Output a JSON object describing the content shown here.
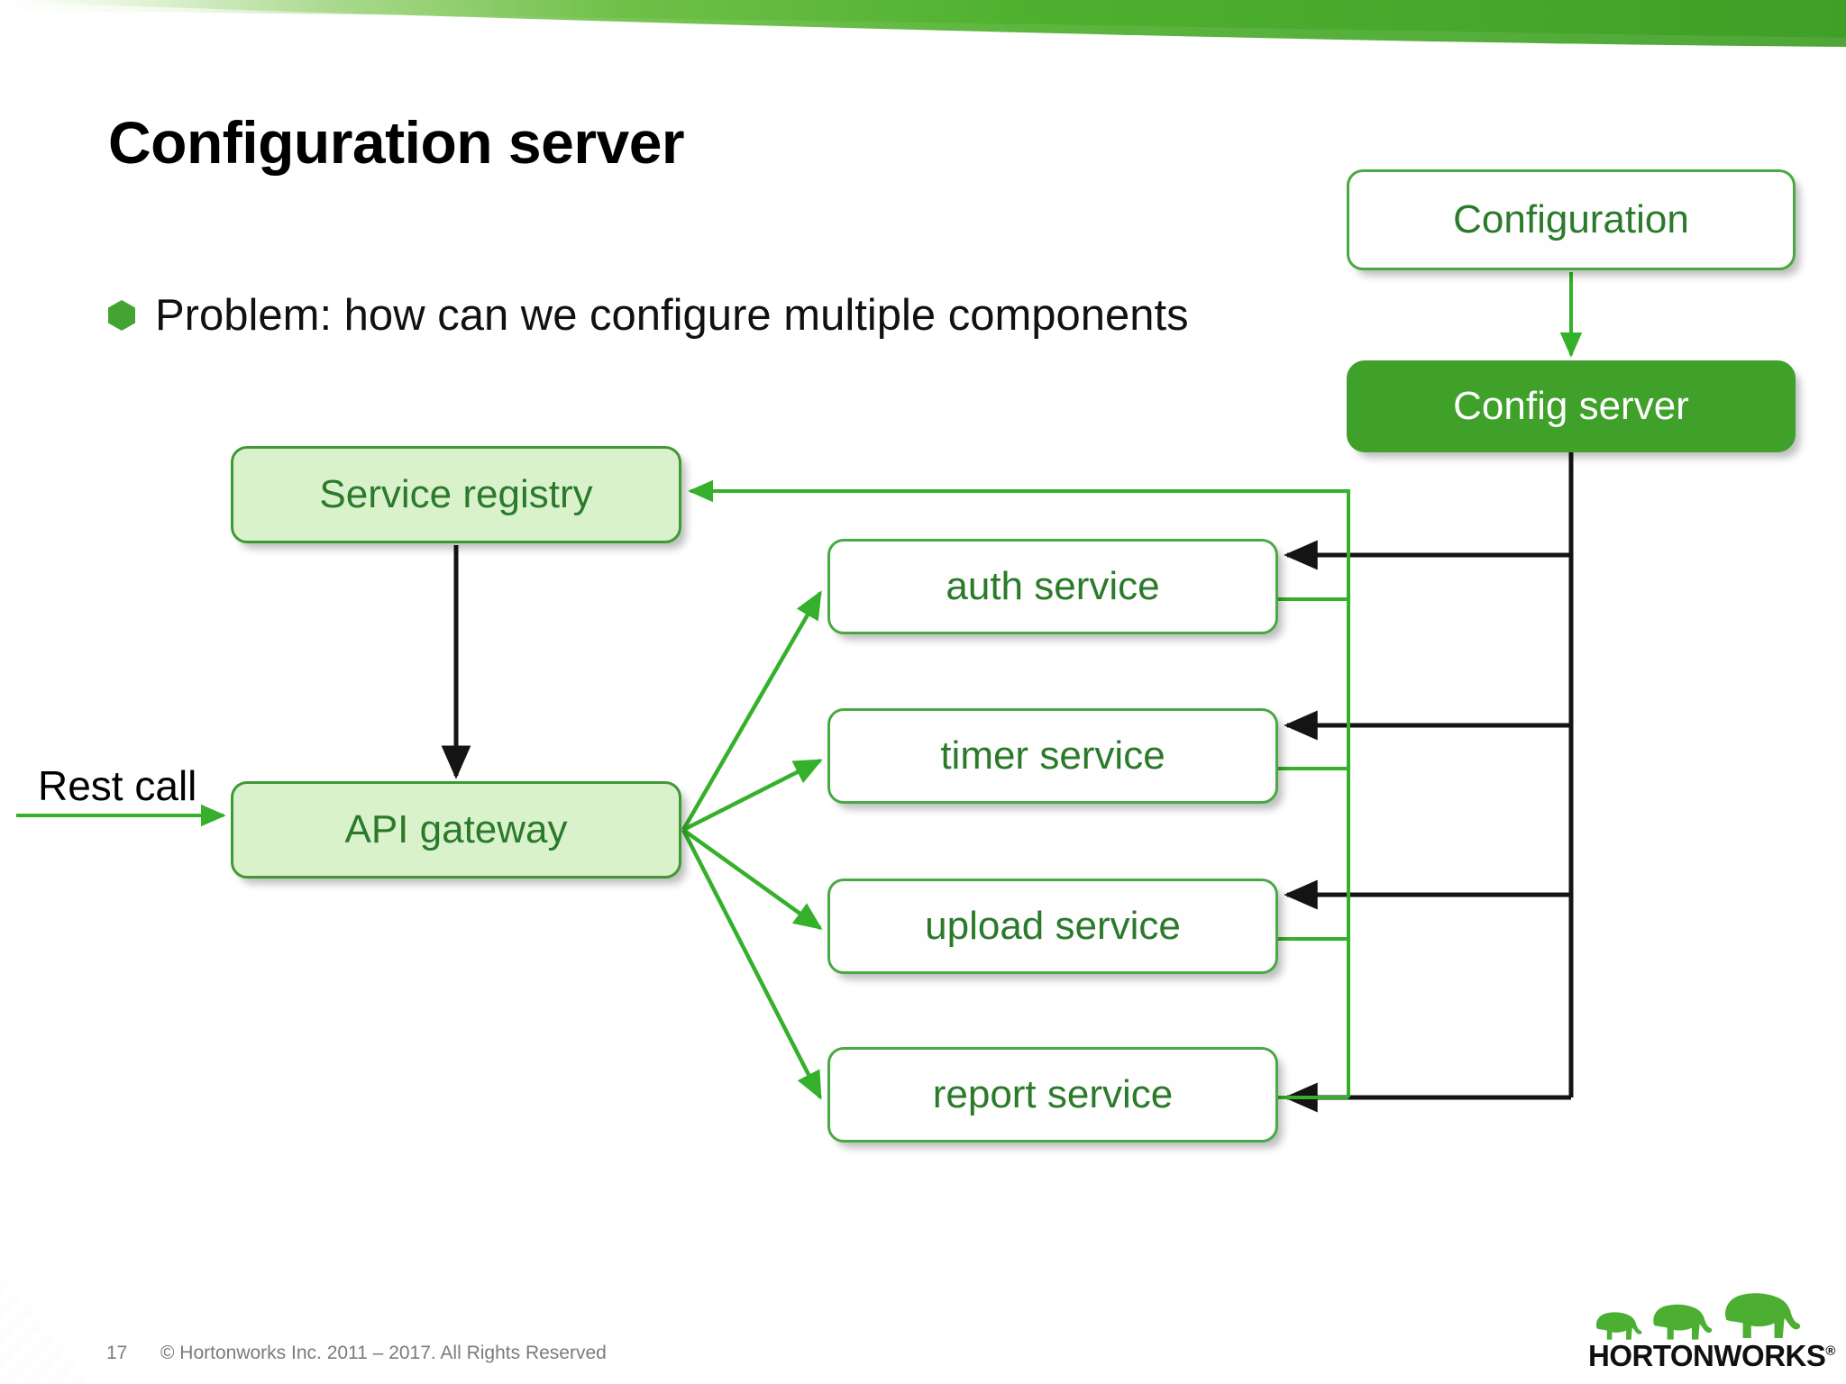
{
  "slide": {
    "title": "Configuration server",
    "bullet": "Problem: how can we configure multiple components",
    "bullet_icon": "hexagon-bullet-icon"
  },
  "colors": {
    "brand_green": "#44a432",
    "solid_node_fill": "#3fa02a",
    "light_node_fill": "#d9f2cc",
    "node_border": "#49a942",
    "node_text": "#2b7a2b",
    "solid_node_text": "#ffffff",
    "black_wire": "#141414",
    "green_wire": "#35b02b",
    "footer_text": "#7b7b7b"
  },
  "diagram": {
    "nodes": [
      {
        "id": "configuration",
        "label": "Configuration",
        "style": "outline"
      },
      {
        "id": "config-server",
        "label": "Config server",
        "style": "solid"
      },
      {
        "id": "service-registry",
        "label": "Service registry",
        "style": "light"
      },
      {
        "id": "api-gateway",
        "label": "API gateway",
        "style": "light"
      },
      {
        "id": "auth-service",
        "label": "auth service",
        "style": "outline"
      },
      {
        "id": "timer-service",
        "label": "timer service",
        "style": "outline"
      },
      {
        "id": "upload-service",
        "label": "upload service",
        "style": "outline"
      },
      {
        "id": "report-service",
        "label": "report service",
        "style": "outline"
      }
    ],
    "entry_label": "Rest call",
    "edges": [
      {
        "from": "configuration",
        "to": "config-server",
        "color": "green"
      },
      {
        "from": "service-registry",
        "to": "api-gateway",
        "color": "black"
      },
      {
        "from": "rest-call",
        "to": "api-gateway",
        "color": "green"
      },
      {
        "from": "api-gateway",
        "to": "auth-service",
        "color": "green"
      },
      {
        "from": "api-gateway",
        "to": "timer-service",
        "color": "green"
      },
      {
        "from": "api-gateway",
        "to": "upload-service",
        "color": "green"
      },
      {
        "from": "api-gateway",
        "to": "report-service",
        "color": "green"
      },
      {
        "from": "config-server",
        "to": "auth-service",
        "color": "black"
      },
      {
        "from": "config-server",
        "to": "timer-service",
        "color": "black"
      },
      {
        "from": "config-server",
        "to": "upload-service",
        "color": "black"
      },
      {
        "from": "config-server",
        "to": "report-service",
        "color": "black"
      },
      {
        "from": "auth-service",
        "to": "service-registry",
        "color": "green"
      },
      {
        "from": "timer-service",
        "to": "service-registry",
        "color": "green"
      },
      {
        "from": "upload-service",
        "to": "service-registry",
        "color": "green"
      },
      {
        "from": "report-service",
        "to": "service-registry",
        "color": "green"
      }
    ]
  },
  "footer": {
    "page_number": "17",
    "copyright": "© Hortonworks Inc. 2011 – 2017. All Rights Reserved"
  },
  "brand": {
    "name": "HORTONWORKS",
    "registered_mark": "®",
    "logo_icon": "three-elephants-icon"
  }
}
